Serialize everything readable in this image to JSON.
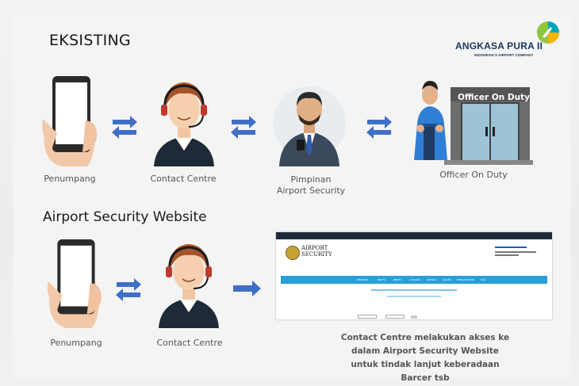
{
  "section1": {
    "title": "EKSISTING",
    "nodes": [
      {
        "id": "passenger",
        "label": "Penumpang"
      },
      {
        "id": "contact-centre",
        "label": "Contact Centre"
      },
      {
        "id": "leader",
        "label_line1": "Pimpinan",
        "label_line2": "Airport Security"
      },
      {
        "id": "officer",
        "label": "Officer On Duty"
      }
    ],
    "door_sign": "Officer On Duty"
  },
  "section2": {
    "title": "Airport Security Website",
    "nodes": [
      {
        "id": "passenger",
        "label": "Penumpang"
      },
      {
        "id": "contact-centre",
        "label": "Contact Centre"
      }
    ],
    "caption_lines": [
      "Contact Centre melakukan akses ke",
      "dalam Airport Security Website",
      "untuk tindak lanjut keberadaan",
      "Barcer tsb"
    ]
  },
  "brand": {
    "name": "ANGKASA PURA II",
    "tagline": "INDONESIA'S AIRPORT COMPANY"
  },
  "website": {
    "site_title_line1": "AIRPORT",
    "site_title_line2": "SECURITY",
    "nav_items": [
      "BERANDA",
      "PROFIL",
      "BERITA",
      "LAYANAN",
      "KONTAK",
      "GALERI",
      "PENGUMUMAN",
      "FAQ"
    ],
    "colors": {
      "nav": "#27a0d9"
    }
  },
  "colors": {
    "arrow": "#3f6fc6",
    "text": "#555555",
    "brand": "#17365d"
  }
}
